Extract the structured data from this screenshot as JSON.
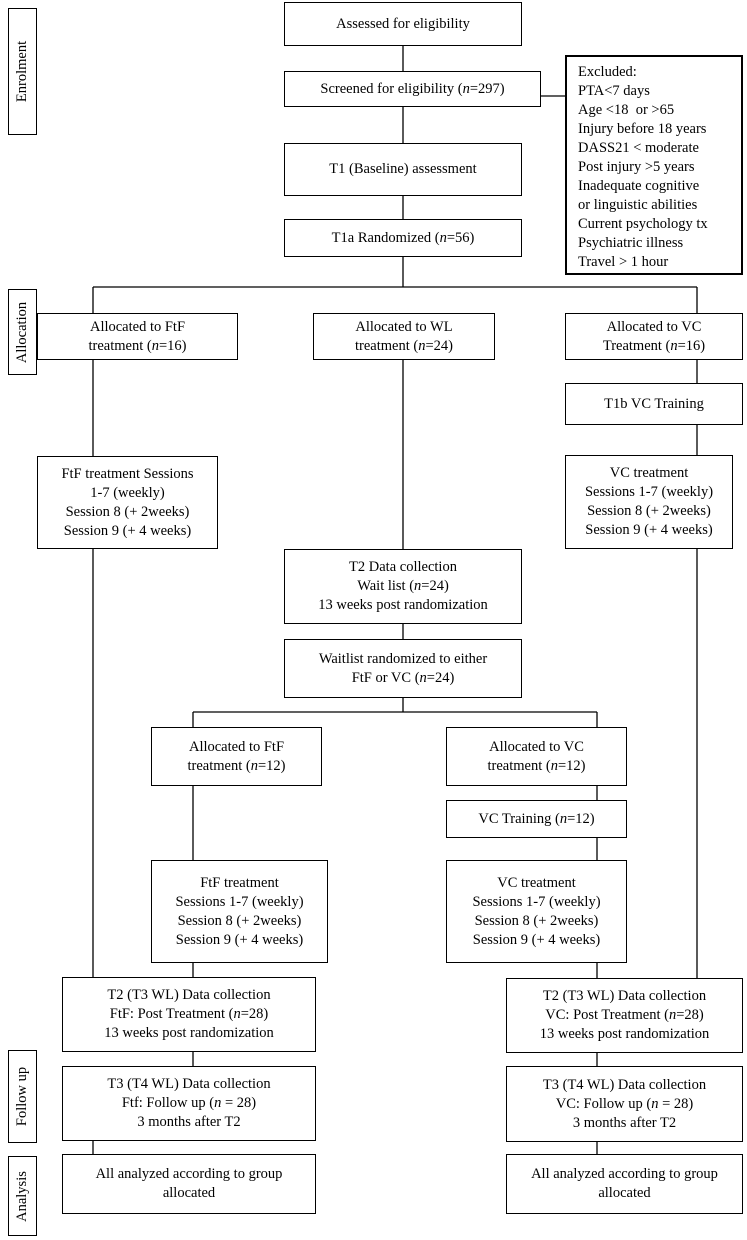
{
  "stages": {
    "enrolment": "Enrolment",
    "allocation": "Allocation",
    "follow_up": "Follow up",
    "analysis": "Analysis"
  },
  "boxes": {
    "assessed": [
      "Assessed for eligibility"
    ],
    "screened": [
      "Screened for eligibility (n=297)"
    ],
    "t1_baseline": [
      "T1 (Baseline) assessment"
    ],
    "t1a_randomized": [
      "T1a Randomized (n=56)"
    ],
    "excluded": [
      "Excluded:",
      "PTA<7 days",
      "Age <18  or >65",
      "Injury before 18 years",
      "DASS21 < moderate",
      "Post injury >5 years",
      "Inadequate cognitive",
      "or linguistic abilities",
      "Current psychology tx",
      "Psychiatric illness",
      "Travel > 1 hour"
    ],
    "alloc_ftf": [
      "Allocated to FtF",
      "treatment (n=16)"
    ],
    "alloc_wl": [
      "Allocated to WL",
      "treatment (n=24)"
    ],
    "alloc_vc": [
      "Allocated to VC",
      "Treatment (n=16)"
    ],
    "t1b_vc_training": [
      "T1b VC Training"
    ],
    "ftf_sessions": [
      "FtF treatment Sessions",
      "1-7 (weekly)",
      "Session 8 (+ 2weeks)",
      "Session 9 (+ 4 weeks)"
    ],
    "vc_sessions": [
      "VC treatment",
      "Sessions 1-7 (weekly)",
      "Session 8 (+ 2weeks)",
      "Session 9 (+ 4 weeks)"
    ],
    "t2_wl": [
      "T2 Data collection",
      "Wait list (n=24)",
      "13 weeks post randomization"
    ],
    "wl_randomized": [
      "Waitlist randomized to either",
      "FtF or VC (n=24)"
    ],
    "wl_alloc_ftf": [
      "Allocated to FtF",
      "treatment (n=12)"
    ],
    "wl_alloc_vc": [
      "Allocated to VC",
      "treatment (n=12)"
    ],
    "wl_vc_training": [
      "VC Training (n=12)"
    ],
    "wl_ftf_sessions": [
      "FtF treatment",
      "Sessions 1-7 (weekly)",
      "Session 8 (+ 2weeks)",
      "Session 9 (+ 4 weeks)"
    ],
    "wl_vc_sessions": [
      "VC treatment",
      "Sessions 1-7 (weekly)",
      "Session 8 (+ 2weeks)",
      "Session 9 (+ 4 weeks)"
    ],
    "t2_ftf": [
      "T2 (T3 WL) Data collection",
      "FtF: Post Treatment (n=28)",
      "13 weeks post randomization"
    ],
    "t2_vc": [
      "T2 (T3 WL) Data collection",
      "VC: Post Treatment (n=28)",
      "13 weeks post randomization"
    ],
    "t3_ftf": [
      "T3 (T4 WL) Data collection",
      "Ftf: Follow up (n = 28)",
      "3 months after T2"
    ],
    "t3_vc": [
      "T3 (T4 WL) Data collection",
      "VC: Follow up (n = 28)",
      "3 months after T2"
    ],
    "analysis_ftf": [
      "All analyzed according to group",
      "allocated"
    ],
    "analysis_vc": [
      "All analyzed according to group",
      "allocated"
    ]
  }
}
